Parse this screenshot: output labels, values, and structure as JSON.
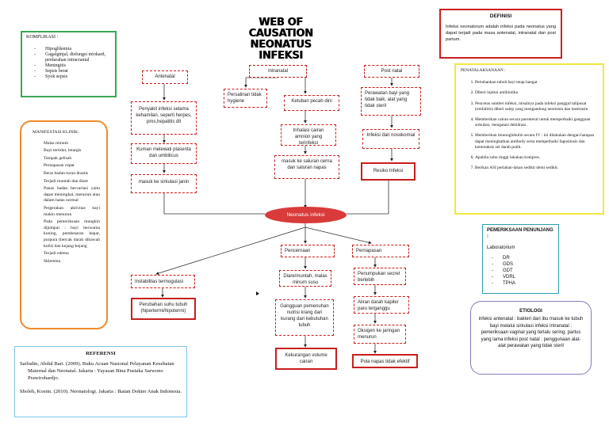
{
  "title": {
    "line1": "WEB OF CAUSATION",
    "line2": "NEONATUS INFEKSI"
  },
  "definisi": {
    "heading": "DEFINISI",
    "text": "Infeksi neonatorum adalah infeksi pada neonatus yang dapat terjadi pada masa antenatal, intranatal dan post partum."
  },
  "komplikasi": {
    "heading": "KOMPLIKASI :",
    "items": [
      "Hipoglikemia",
      "Gagalginjal, disfungsi miokard, perdarahan intracranial",
      "Meningitis",
      "Sepsis berat",
      "Syok sepsis"
    ]
  },
  "manifestasi": {
    "heading": "MANIFESTASI KLINIK:",
    "items": [
      "Malas minum",
      "Bayi tertidur, letargis",
      "Tampak gelisah",
      "Pernapasan cepat",
      "Berat badan turun drastis",
      "Terjadi muntah dan diare",
      "Panas badan bervariasi yaitu dapat meningkat, menurun atau dalam batas normal",
      "Pergerakan aktivitas bayi makin menurun",
      "Pada pemeriksaan mungkin dijumpai : bayi berwarna kuning, pembesaran hepar, purpura (bercak darah dibawah kulit) dan kejang-kejang",
      "Terjadi edema",
      "Sklerema"
    ]
  },
  "referensi": {
    "heading": "REFERENSI",
    "ref1": "Saifudin, Abdul Bari. (2009). Buku Acuan Nasional Pelayanan Kesehatan Maternal dan Neonatal. Jakarta : Yayasan Bina Pustaka Sarwono Prawirohardjo.",
    "ref2": "Sholeh, Kosim. (2010). Neonatologi. Jakarta : Ikatan Dokter Anak Indonesia."
  },
  "penatalaksanaan": {
    "heading": "PENATALAKSANAAN :",
    "items": [
      "Pertahankan tubuh bayi tetap hangat",
      "Diberi injeksi antibiotika",
      "Pencetus sumber infeksi, misalnya pada infeksi panggul talipusat (omfalitis) diberi salep yang mengandung neomisin dan basitrasin",
      "Memberikan cairan secara parenteral untuk memperbaiki gangguan sirkulasi, mengatasi dehidrasi.",
      "Memberikan imunoglobulin secara IV : ini dilakukan dengan harapan dapat meningkatkan antibody serta memperbaiki fagositosis dan kemotaksis sel darah putih.",
      "Apabila suhu tinggi lakukan kompres.",
      "Berikan ASI perlahan-lahan sedikit demi sedikit."
    ]
  },
  "pemeriksaan": {
    "heading": "PEMERIKSAAN PENUNJANG :",
    "sub": "Laboratorium",
    "items": [
      "DR",
      "GDS",
      "GDT",
      "VDRL",
      "TPHA"
    ]
  },
  "etiologi": {
    "heading": "ETIOLOGI",
    "text": "infeksi antenatal : bakteri dari ibu masuk ke tubuh bayi melalui sirkulasi infeksi intranatal : pemeriksaan vaginal yang terlalu sering, partus yang lama infeksi post natal : penggunaan alat-alat perawatan yang tidak steril"
  },
  "flow": {
    "antenatal": "Antenatal",
    "intranatal": "Intranatal",
    "postnatal": "Post natal",
    "a1": "Penyakit infeksi selama kehamilan, seperti herpes, pms,hepatitis dll",
    "a2": "Kuman melewati plasenta dan umbilicus",
    "a3": "masuk ke sirkulasi janin",
    "i_persalinan": "Persalinan tidak hygiene",
    "i_ketuban": "Ketuban pecah dini",
    "i_inhalasi": "Inhalasi cairan amnion yang terinfeksi",
    "i_masuk": "masuk ke saluran cerna dan saluran napas",
    "p1": "Perawatan bayi yang tidak baik, alat yang tidak steril",
    "p2": "Infeksi dari nosokomial",
    "p3": "Resiko Infeksi",
    "center": "Neonatus infeksi",
    "instabilitas": "Instabilitas termogulasi",
    "perubahan": "Perubahan suhu tubuh (hipertermi/hipotermi)",
    "pencernaan": "Pencernaan",
    "diare": "Diare/muntah, malas minum susu",
    "gangguan": "Gangguan pemenuhan nutrisi krang dari kurang dari kebutuhan tubuh",
    "kekurangan": "Kekurangan volume cairan",
    "pernapasan": "Pernapasan",
    "penumpukan": "Penumpukan secret berlebih",
    "aliran": "Aliran darah kapiler paru terganggu",
    "oksigen": "Oksigen ke jaringan menurun",
    "pola": "Pola napas tidak efektif"
  },
  "colors": {
    "red": "#c81e1e",
    "green": "#3aa655",
    "orange": "#f08a2a",
    "lightblue": "#7ec3e6",
    "yellow": "#f2e640",
    "teal": "#2a9fb0",
    "purple": "#8a78b8",
    "ellipse": "#d93a3a"
  }
}
